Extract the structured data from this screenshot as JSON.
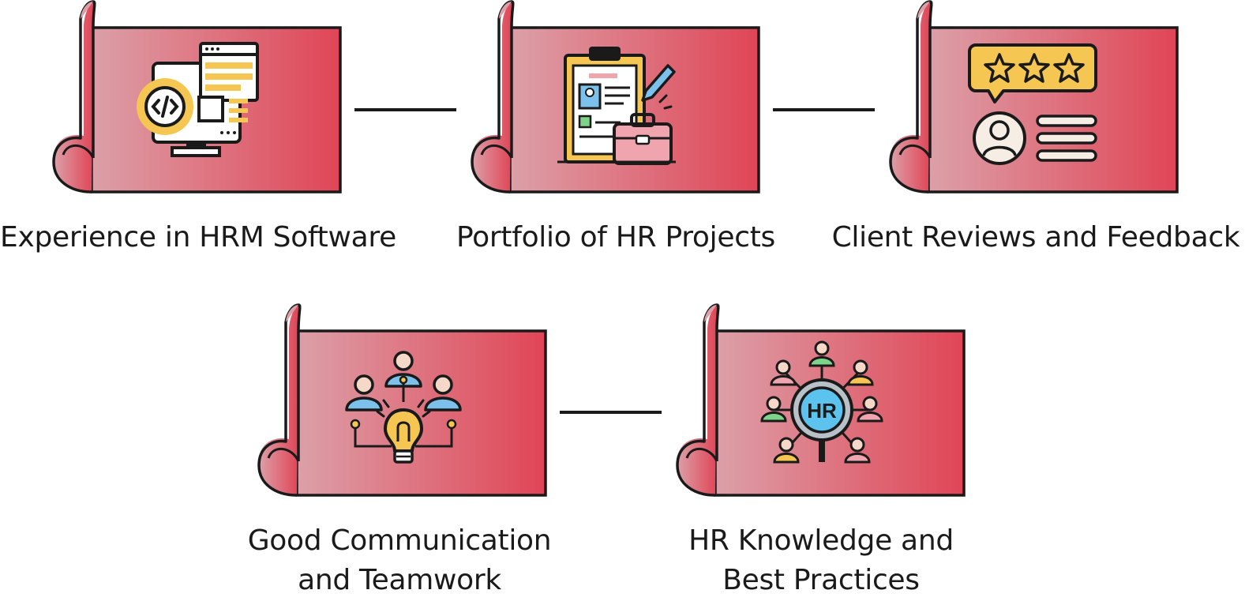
{
  "colors": {
    "scroll_light": "#dca0a8",
    "scroll_dark": "#e04556",
    "outline": "#1a1a1a",
    "accent_yellow": "#f5c752",
    "accent_blue": "#7cc0ec",
    "accent_pink": "#f0a4ad"
  },
  "cards": [
    {
      "label": "Experience in HRM Software",
      "icon": "monitor-code-icon"
    },
    {
      "label": "Portfolio of HR Projects",
      "icon": "clipboard-briefcase-icon"
    },
    {
      "label": "Client Reviews and Feedback",
      "icon": "star-review-icon"
    },
    {
      "label_line1": "Good Communication",
      "label_line2": "and Teamwork",
      "icon": "team-idea-icon"
    },
    {
      "label_line1": "HR Knowledge and",
      "label_line2": "Best Practices",
      "icon": "hr-network-icon"
    }
  ],
  "hr_badge_text": "HR"
}
